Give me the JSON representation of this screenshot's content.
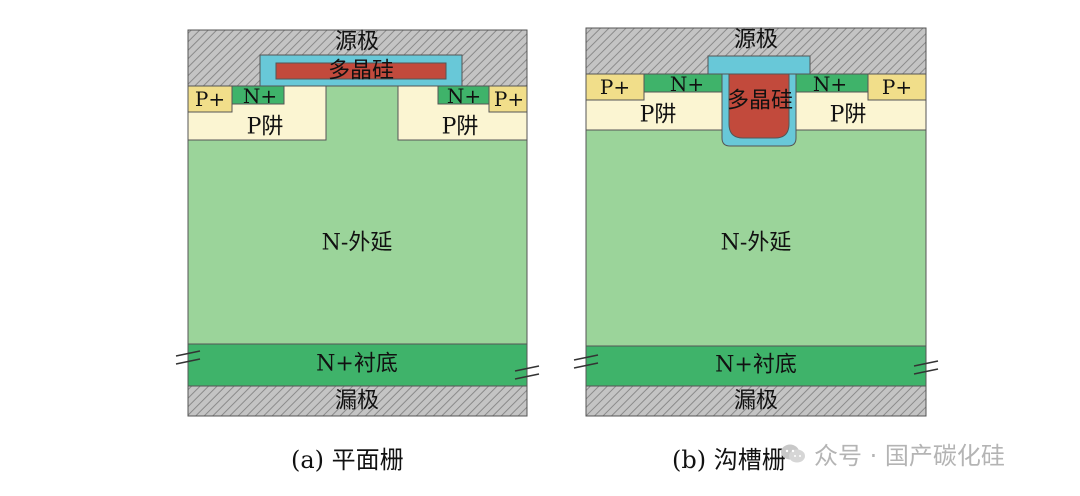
{
  "figure": {
    "planar": {
      "caption": "(a) 平面栅",
      "labels": {
        "source": "源极",
        "poly_gate": "多晶硅",
        "p_plus_left": "P+",
        "n_plus_left": "N+",
        "p_well_left": "P阱",
        "n_plus_right": "N+",
        "p_plus_right": "P+",
        "p_well_right": "P阱",
        "n_epi": "N-外延",
        "n_substrate": "N+衬底",
        "drain": "漏极"
      }
    },
    "trench": {
      "caption": "(b) 沟槽栅",
      "labels": {
        "source": "源极",
        "p_plus_left": "P+",
        "n_plus_left": "N+",
        "poly_gate": "多晶硅",
        "n_plus_right": "N+",
        "p_plus_right": "P+",
        "p_well_left": "P阱",
        "p_well_right": "P阱",
        "n_epi": "N-外延",
        "n_substrate": "N+衬底",
        "drain": "漏极"
      }
    }
  },
  "colors": {
    "metal_hatch": "#a8a8a8",
    "oxide": "#68c8d8",
    "poly": "#c24a3c",
    "n_plus": "#3fb36a",
    "p_plus": "#f1de8a",
    "p_well": "#fbf5d2",
    "n_epi": "#9bd49a",
    "n_substrate": "#3fb36a"
  },
  "watermark": {
    "text": "众号 · 国产碳化硅",
    "icon": "wechat-icon"
  }
}
